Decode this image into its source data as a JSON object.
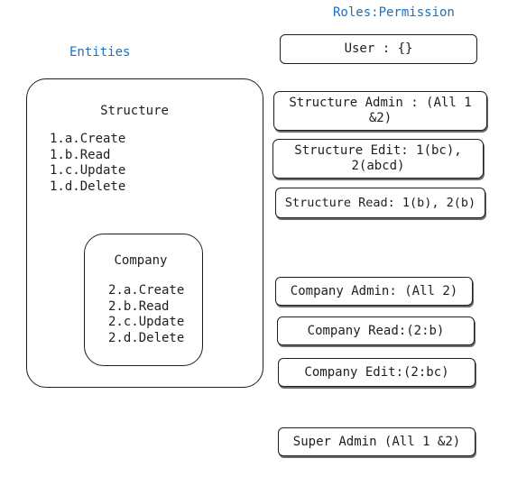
{
  "headings": {
    "roles": "Roles:Permission",
    "entities": "Entities"
  },
  "entities": {
    "structure": {
      "title": "Structure",
      "items": [
        "1.a.Create",
        "1.b.Read",
        "1.c.Update",
        "1.d.Delete"
      ]
    },
    "company": {
      "title": "Company",
      "items": [
        "2.a.Create",
        "2.b.Read",
        "2.c.Update",
        "2.d.Delete"
      ]
    }
  },
  "roles": {
    "user": "User : {}",
    "structure_admin": "Structure Admin : (All 1 &2)",
    "structure_edit": "Structure Edit: 1(bc), 2(abcd)",
    "structure_read": "Structure Read: 1(b), 2(b)",
    "company_admin": "Company Admin: (All 2)",
    "company_read": "Company Read:(2:b)",
    "company_edit": "Company Edit:(2:bc)",
    "super_admin": "Super Admin (All 1 &2)"
  }
}
